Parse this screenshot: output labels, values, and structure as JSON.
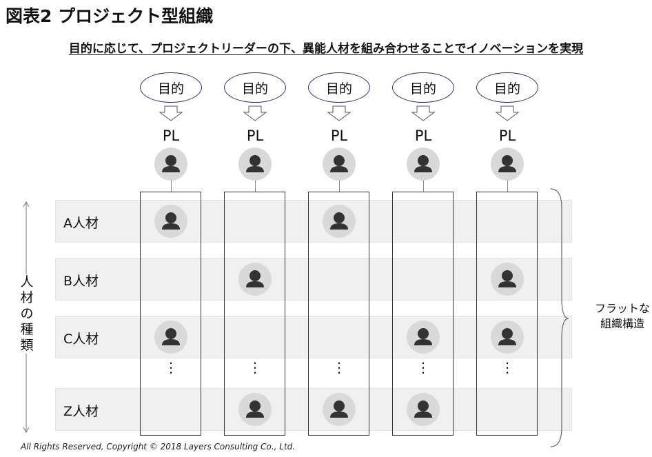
{
  "title": "図表2  プロジェクト型組織",
  "subtitle": "目的に応じて、プロジェクトリーダーの下、異能人材を組み合わせることでイノベーションを実現",
  "columns": [
    {
      "goal": "目的",
      "leader": "PL"
    },
    {
      "goal": "目的",
      "leader": "PL"
    },
    {
      "goal": "目的",
      "leader": "PL"
    },
    {
      "goal": "目的",
      "leader": "PL"
    },
    {
      "goal": "目的",
      "leader": "PL"
    }
  ],
  "rows": [
    {
      "label": "A人材",
      "members": [
        true,
        false,
        true,
        false,
        false
      ]
    },
    {
      "label": "B人材",
      "members": [
        false,
        true,
        false,
        false,
        true
      ]
    },
    {
      "label": "C人材",
      "members": [
        true,
        false,
        false,
        true,
        true
      ]
    },
    {
      "label": "Z人材",
      "members": [
        false,
        true,
        true,
        true,
        false
      ]
    }
  ],
  "ellipsis_row": "⋮",
  "side_label": "人材の種類",
  "flat_label": "フラットな組織構造",
  "copyright": "All Rights Reserved, Copyright © 2018 Layers Consulting Co., Ltd.",
  "icons": {
    "person": "person-icon",
    "arrow": "down-arrow-icon"
  },
  "colors": {
    "column_border": "#2b2f6e",
    "row_band": "#f0f0f0",
    "person_circle": "#d9d9d9",
    "person_fill": "#333333"
  }
}
